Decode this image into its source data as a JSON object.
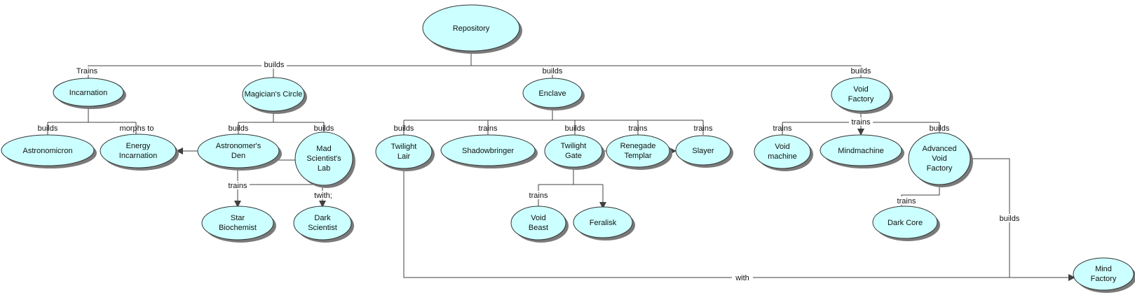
{
  "colors": {
    "node_fill": "#ccffff",
    "line": "#404040"
  },
  "nodes": {
    "repository": "Repository",
    "incarnation": "Incarnation",
    "magicians_circle": "Magician's Circle",
    "enclave": "Enclave",
    "void_factory": "Void Factory",
    "astronomicron": "Astronomicron",
    "energy_incarnation": "Energy Incarnation",
    "astronomers_den": "Astronomer's Den",
    "mad_scientists_lab": "Mad Scientist's Lab",
    "twilight_lair": "Twilight Lair",
    "shadowbringer": "Shadowbringer",
    "twilight_gate": "Twilight Gate",
    "renegade_templar": "Renegade Templar",
    "slayer": "Slayer",
    "void_machine": "Void machine",
    "mindmachine": "Mindmachine",
    "advanced_void_factory": "Advanced Void Factory",
    "star_biochemist": "Star Biochemist",
    "dark_scientist": "Dark Scientist",
    "void_beast": "Void Beast",
    "feralisk": "Feralisk",
    "dark_core": "Dark Core",
    "mind_factory": "Mind Factory"
  },
  "edges": {
    "trains_incarnation": "Trains",
    "builds_top": "builds",
    "builds_enclave": "builds",
    "builds_void_factory": "builds",
    "builds_astronomicron": "builds",
    "morphs_to": "morphs to",
    "builds_astronomers_den": "builds",
    "builds_mad_lab": "builds",
    "trains_star_biochemist": "trains",
    "with_dark_scientist": "twith;",
    "builds_twilight_lair": "builds",
    "trains_shadowbringer": "trains",
    "builds_twilight_gate": "builds",
    "trains_renegade": "trains",
    "trains_slayer": "trains",
    "trains_void_beast": "trains",
    "trains_void_machine": "trains",
    "trains_mindmachine": "trains",
    "builds_advanced": "builds",
    "trains_dark_core": "trains",
    "builds_mind_factory": "builds",
    "with_mind_factory": "with"
  }
}
